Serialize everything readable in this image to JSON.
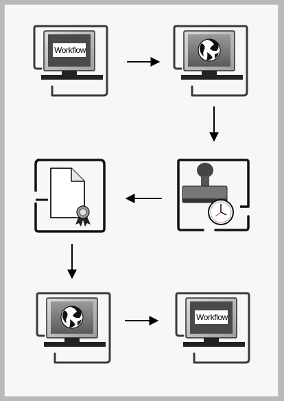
{
  "diagram": {
    "nodes": [
      {
        "id": "workflow-start",
        "icon": "workflow-monitor-icon",
        "label": "Workflow"
      },
      {
        "id": "globe-monitor-1",
        "icon": "globe-monitor-icon"
      },
      {
        "id": "stamp-clock",
        "icon": "stamp-clock-icon"
      },
      {
        "id": "certificate-document",
        "icon": "certificate-document-icon"
      },
      {
        "id": "globe-monitor-2",
        "icon": "globe-monitor-icon"
      },
      {
        "id": "workflow-end",
        "icon": "workflow-monitor-icon",
        "label": "Workflow"
      }
    ],
    "edges": [
      {
        "from": "workflow-start",
        "to": "globe-monitor-1",
        "direction": "right"
      },
      {
        "from": "globe-monitor-1",
        "to": "stamp-clock",
        "direction": "down"
      },
      {
        "from": "stamp-clock",
        "to": "certificate-document",
        "direction": "left"
      },
      {
        "from": "certificate-document",
        "to": "globe-monitor-2",
        "direction": "down"
      },
      {
        "from": "globe-monitor-2",
        "to": "workflow-end",
        "direction": "right"
      }
    ]
  }
}
